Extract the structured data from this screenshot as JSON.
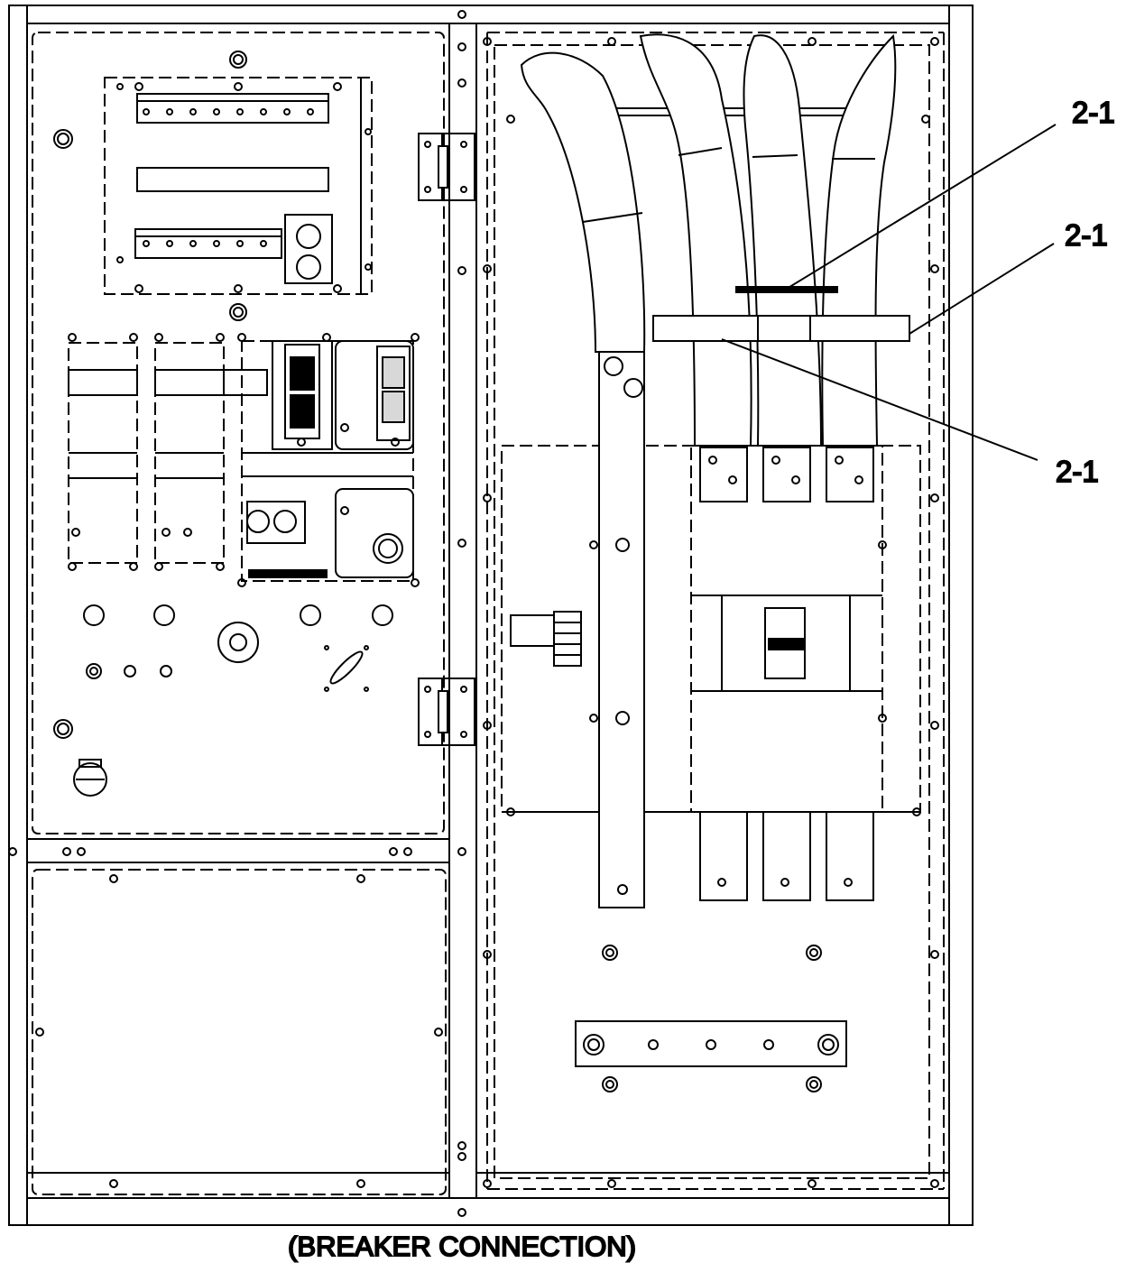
{
  "figure": {
    "caption": "(BREAKER CONNECTION)",
    "callouts": [
      {
        "id": "top",
        "label": "2-1"
      },
      {
        "id": "middle",
        "label": "2-1"
      },
      {
        "id": "bottom",
        "label": "2-1"
      }
    ]
  },
  "colors": {
    "ink": "#000000",
    "paper": "#ffffff",
    "fill": "#f4f4f4"
  }
}
